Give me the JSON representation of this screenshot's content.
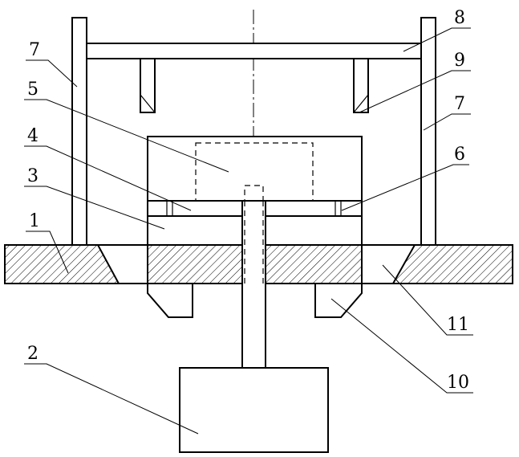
{
  "callouts": {
    "c1": "1",
    "c2": "2",
    "c3": "3",
    "c4": "4",
    "c5": "5",
    "c6": "6",
    "c7_left": "7",
    "c7_right": "7",
    "c8": "8",
    "c9": "9",
    "c10": "10",
    "c11": "11"
  }
}
